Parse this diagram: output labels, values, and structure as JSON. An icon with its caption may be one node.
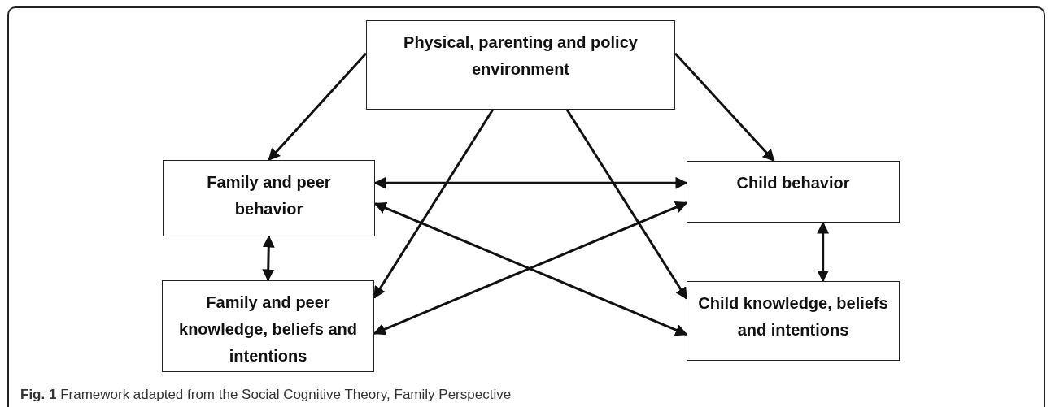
{
  "diagram": {
    "caption": "**Fig. 1** Framework adapted from the Social Cognitive Theory, Family Perspective",
    "nodes": [
      {
        "text": [
          "Physical, parenting and policy environment"
        ]
      },
      {
        "text": [
          "Family and peer behavior"
        ]
      },
      {
        "text": [
          "Family and peer knowledge, beliefs and intentions"
        ]
      },
      {
        "text": [
          "Child behavior"
        ]
      },
      {
        "text": [
          "Child knowledge, beliefs and intentions"
        ]
      }
    ],
    "edges": [
      {
        "from": 0,
        "to": 1,
        "arrow": "to"
      },
      {
        "from": 0,
        "to": 3,
        "arrow": "to"
      },
      {
        "from": 0,
        "to": 2,
        "arrow": "to"
      },
      {
        "from": 0,
        "to": 4,
        "arrow": "to"
      },
      {
        "from": 1,
        "to": 3,
        "arrow": "both"
      },
      {
        "from": 1,
        "to": 2,
        "arrow": "both"
      },
      {
        "from": 3,
        "to": 4,
        "arrow": "both"
      },
      {
        "from": 1,
        "to": 4,
        "arrow": "both"
      },
      {
        "from": 3,
        "to": 2,
        "arrow": "both"
      }
    ]
  }
}
